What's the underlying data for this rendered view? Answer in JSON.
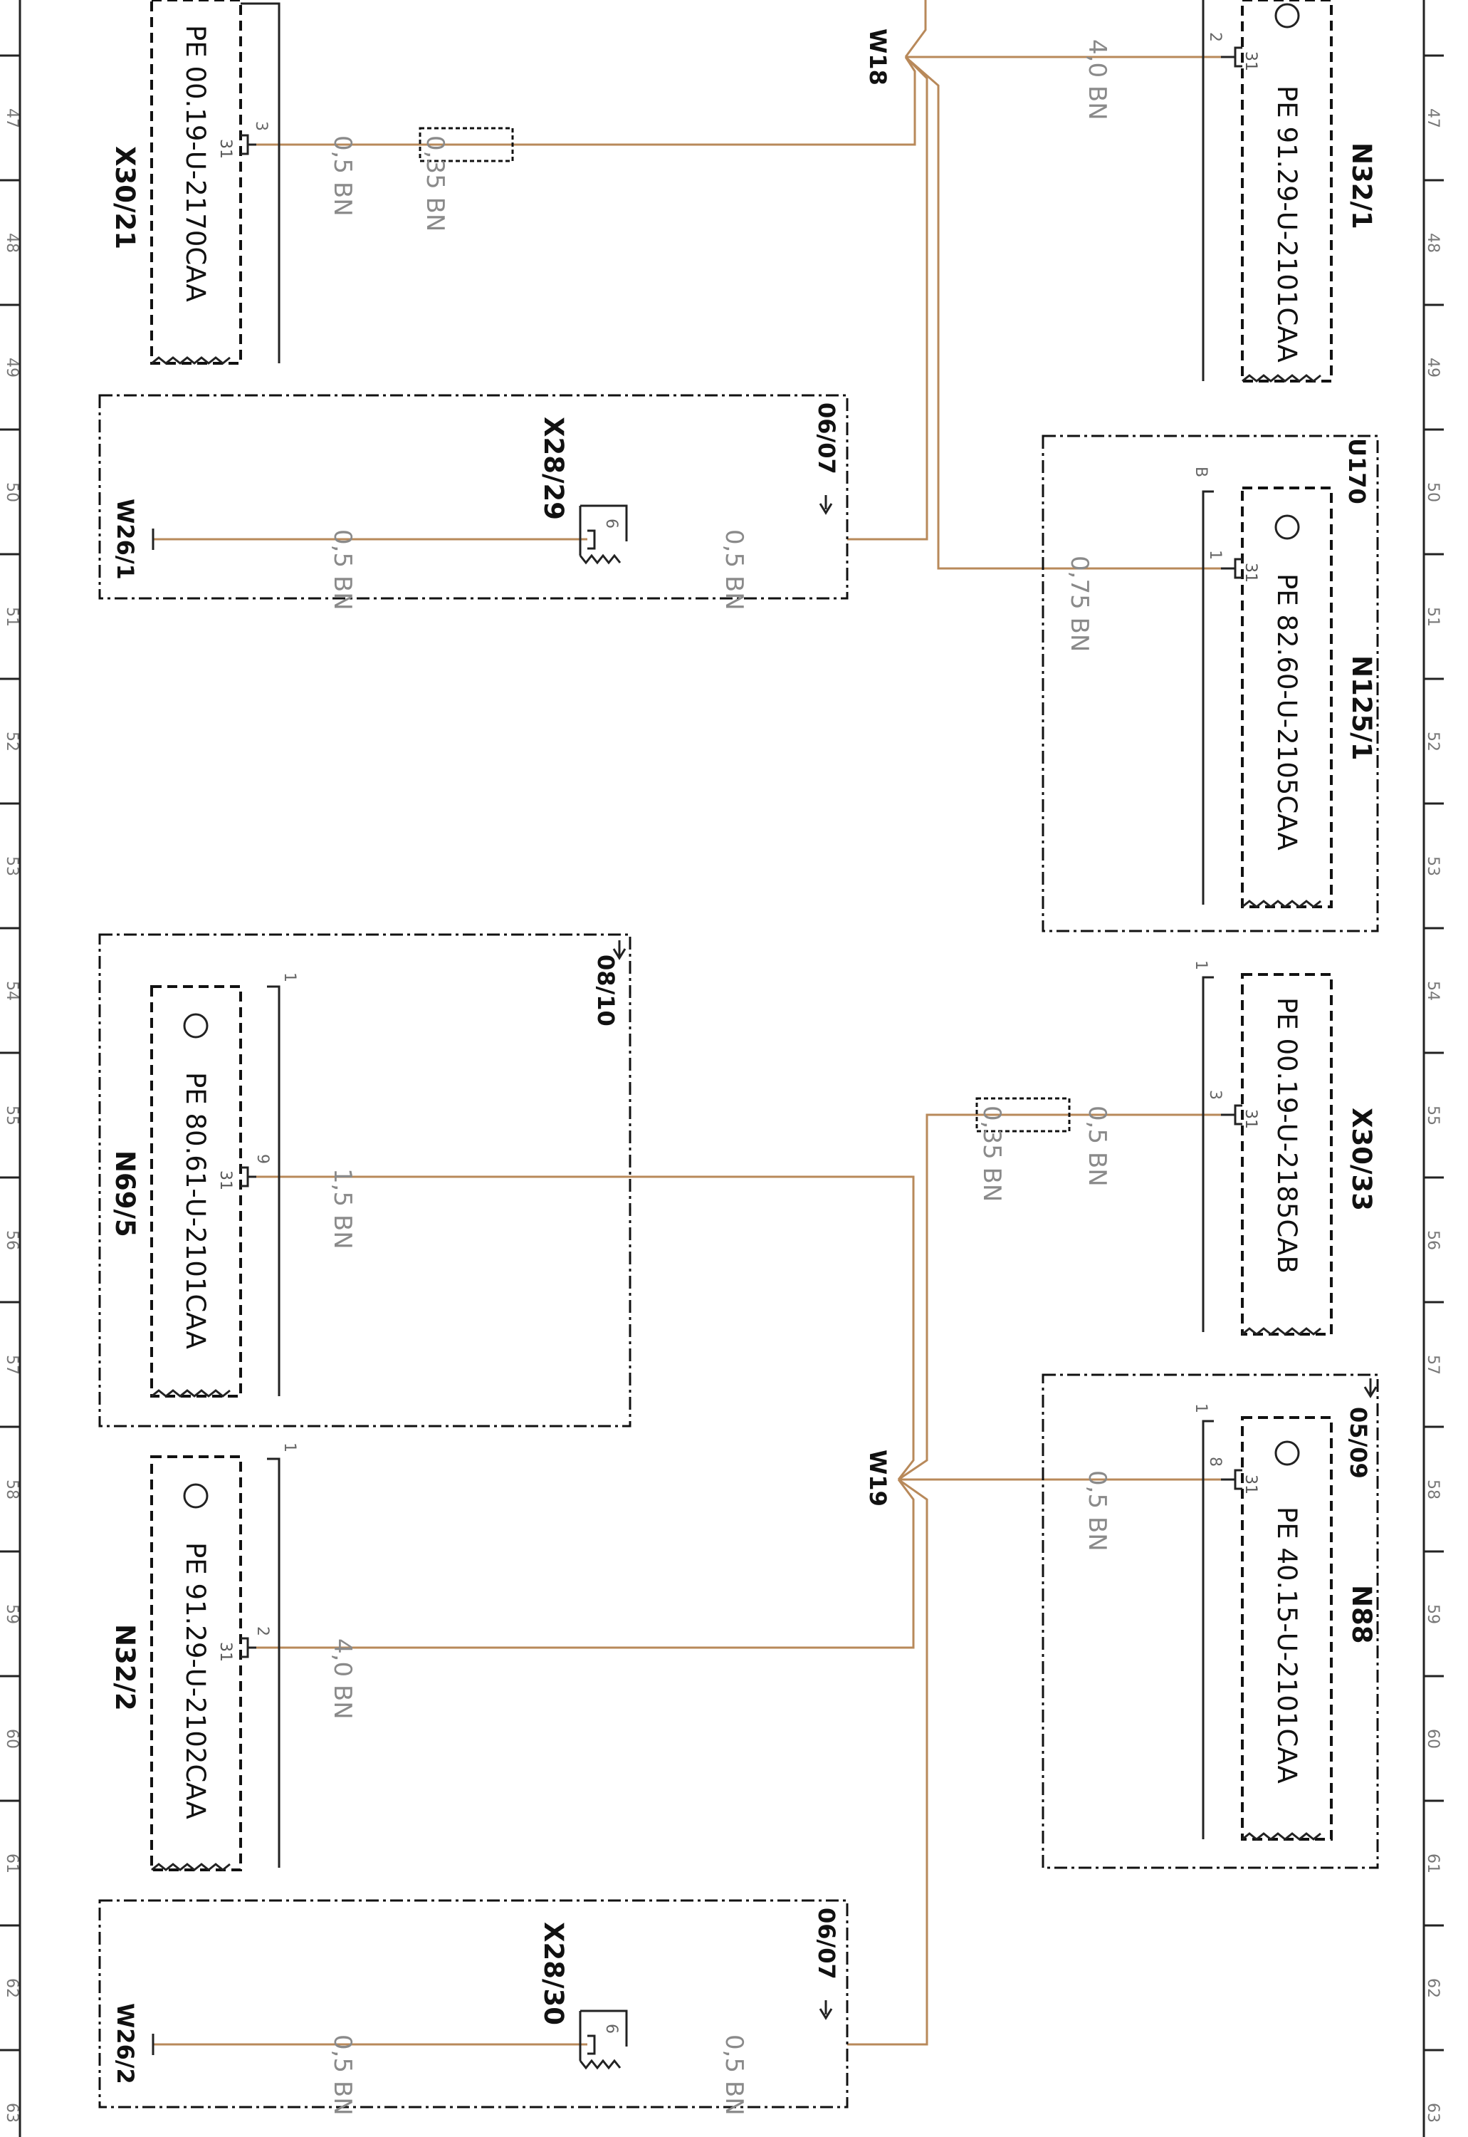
{
  "colors": {
    "wire": "#b8895a",
    "frame": "#222222",
    "text": "#111111",
    "label": "#8a8a8a"
  },
  "row_numbers": [
    "47",
    "48",
    "49",
    "50",
    "51",
    "52",
    "53",
    "54",
    "55",
    "56",
    "57",
    "58",
    "59",
    "60",
    "61",
    "62",
    "63"
  ],
  "splices": {
    "w18": "W18",
    "w19": "W19"
  },
  "grounds": {
    "w26_1": "W26/1",
    "w26_2": "W26/2"
  },
  "refs": {
    "r1": "06/07",
    "r2": "08/10",
    "r3": "05/09",
    "r4": "06/07"
  },
  "connectors": {
    "x28_29": {
      "name": "X28/29",
      "pin": "6"
    },
    "x28_30": {
      "name": "X28/30",
      "pin": "6"
    }
  },
  "components": {
    "x30_21": {
      "name": "X30/21",
      "pe": "PE 00.19-U-2170CAA",
      "pin": "3",
      "inner": "31",
      "extra": ""
    },
    "n32_1": {
      "name": "N32/1",
      "pe": "PE 91.29-U-2101CAA",
      "pin": "2",
      "inner": "31",
      "extra": ""
    },
    "n125_1": {
      "name": "N125/1",
      "pe": "PE 82.60-U-2105CAA",
      "pin": "1",
      "inner": "31",
      "extra": "B"
    },
    "u170": {
      "name": "U170"
    },
    "x30_33": {
      "name": "X30/33",
      "pe": "PE 00.19-U-2185CAB",
      "pin": "3",
      "inner": "31",
      "extra": "1"
    },
    "n69_5": {
      "name": "N69/5",
      "pe": "PE 80.61-U-2101CAA",
      "pin": "9",
      "inner": "31",
      "extra": "1"
    },
    "n88": {
      "name": "N88",
      "pe": "PE 40.15-U-2101CAA",
      "pin": "8",
      "inner": "31",
      "extra": "1"
    },
    "n32_2": {
      "name": "N32/2",
      "pe": "PE 91.29-U-2102CAA",
      "pin": "2",
      "inner": "31",
      "extra": "1"
    }
  },
  "wires": {
    "w_x30_21": {
      "size": "0,5 BN",
      "alt": "0,35 BN"
    },
    "w_n32_1": {
      "size": "4,0 BN"
    },
    "w_x28_29_left": {
      "size": "0,5 BN"
    },
    "w_x28_29_right": {
      "size": "0,5 BN"
    },
    "w_n125_1": {
      "size": "0,75 BN"
    },
    "w_x30_33": {
      "size": "0,5 BN",
      "alt": "0,35 BN"
    },
    "w_n69_5": {
      "size": "1,5 BN"
    },
    "w_n88": {
      "size": "0,5 BN"
    },
    "w_n32_2": {
      "size": "4,0 BN"
    },
    "w_x28_30_left": {
      "size": "0,5 BN"
    },
    "w_x28_30_right": {
      "size": "0,5 BN"
    }
  }
}
